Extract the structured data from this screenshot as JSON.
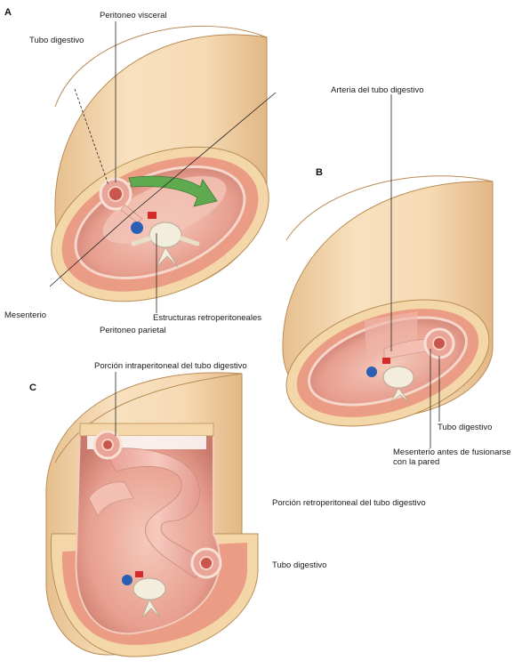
{
  "panels": {
    "a": "A",
    "b": "B",
    "c": "C"
  },
  "labels": {
    "peritoneo_visceral": "Peritoneo visceral",
    "tubo_digestivo_a": "Tubo digestivo",
    "mesenterio": "Mesenterio",
    "estructuras_retroperitoneales": "Estructuras retroperitoneales",
    "peritoneo_parietal": "Peritoneo parietal",
    "arteria_tubo": "Arteria del tubo digestivo",
    "tubo_digestivo_b": "Tubo digestivo",
    "mesenterio_antes": "Mesenterio antes de fusionarse con la pared",
    "porcion_intraperitoneal": "Porción intraperitoneal del tubo digestivo",
    "porcion_retroperitoneal": "Porción retroperitoneal del tubo digestivo",
    "tubo_digestivo_c": "Tubo digestivo"
  },
  "colors": {
    "skin": "#f6dcb4",
    "skin_edge": "#b98d55",
    "muscle": "#eb9c84",
    "cavity": "#e8a09a",
    "peritoneum_inner": "#f2c2b6",
    "cavity_dark": "#7a4f44",
    "bone": "#f3eddd",
    "artery": "#d42a2a",
    "vein": "#2b5fb4",
    "arrow": "#5faa4e"
  }
}
